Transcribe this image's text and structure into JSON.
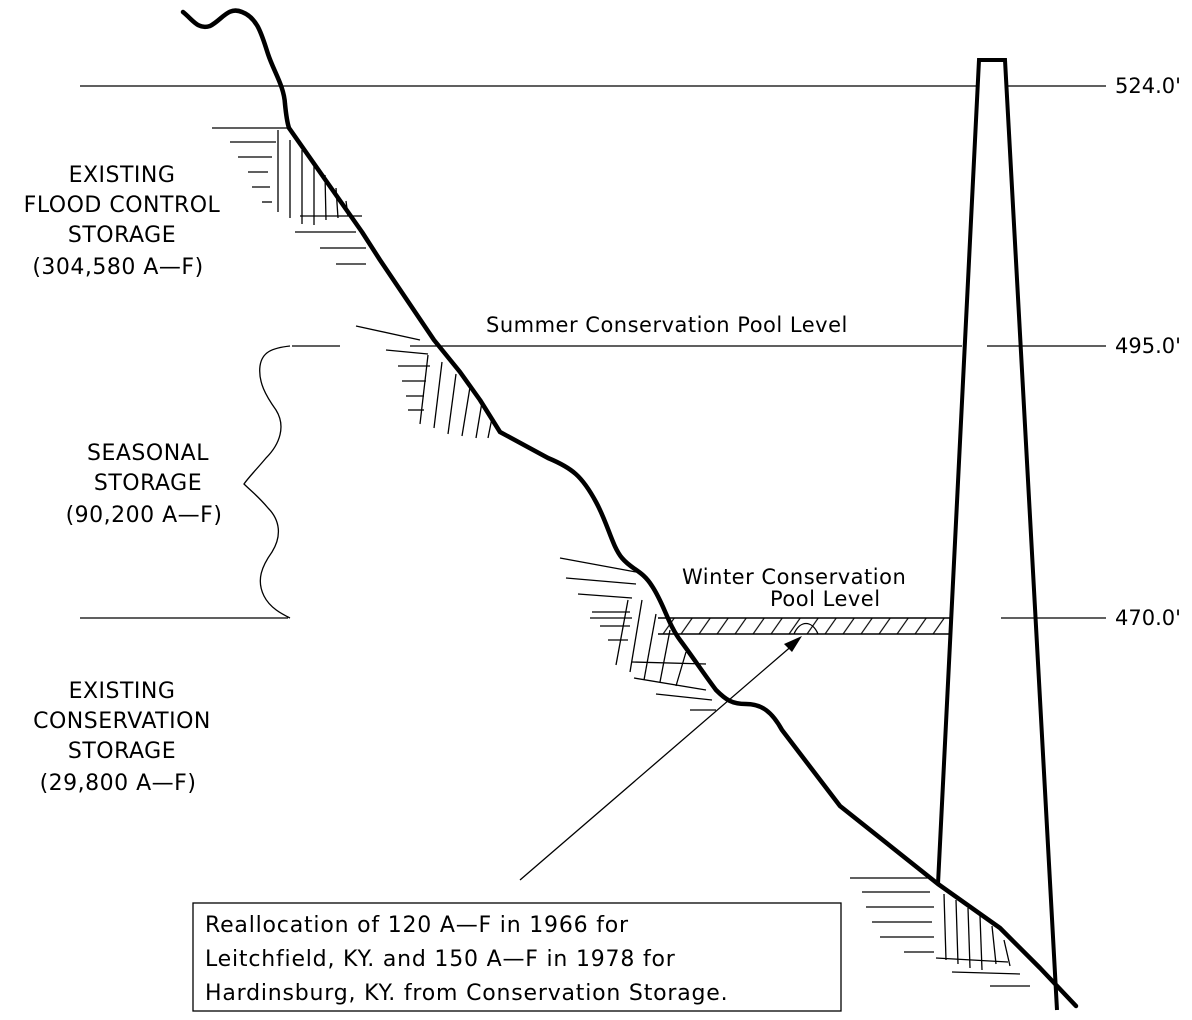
{
  "elevations": {
    "top": "524.0'",
    "summer": "495.0'",
    "winter": "470.0'"
  },
  "storage_labels": {
    "flood_control": [
      "EXISTING",
      "FLOOD CONTROL",
      "STORAGE",
      "(304,580 A—F)"
    ],
    "seasonal": [
      "SEASONAL",
      "STORAGE",
      "(90,200 A—F)"
    ],
    "conservation": [
      "EXISTING",
      "CONSERVATION",
      "STORAGE",
      "(29,800 A—F)"
    ]
  },
  "pool_labels": {
    "summer": "Summer Conservation Pool Level",
    "winter_line1": "Winter Conservation",
    "winter_line2": "Pool Level"
  },
  "callout": {
    "line1": "Reallocation of 120 A—F in 1966 for",
    "line2": "Leitchfield, KY. and 150 A—F in 1978 for",
    "line3": "Hardinsburg, KY. from Conservation Storage."
  }
}
